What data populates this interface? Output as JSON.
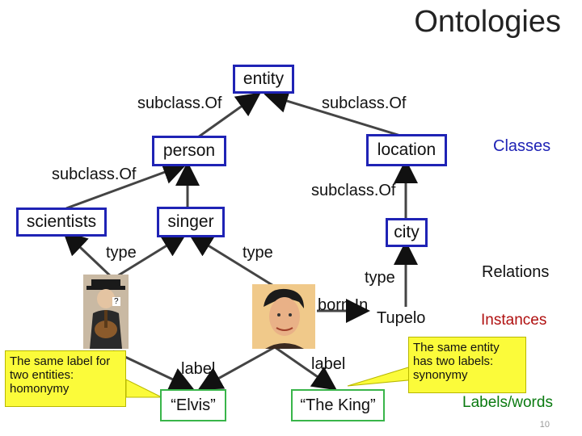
{
  "slide": {
    "title": "Ontologies",
    "page_number": "10"
  },
  "classes": {
    "entity": "entity",
    "person": "person",
    "location": "location",
    "scientists": "scientists",
    "singer": "singer",
    "city": "city"
  },
  "edges": {
    "subclass_person_entity": "subclass.Of",
    "subclass_location_entity": "subclass.Of",
    "subclass_scientists_person": "subclass.Of",
    "subclass_city_location": "subclass.Of",
    "type_left": "type",
    "type_singer": "type",
    "type_city": "type",
    "born_in": "born.In",
    "label_left": "label",
    "label_right": "label"
  },
  "instances": {
    "tupelo": "Tupelo",
    "unknown_mark": "?"
  },
  "words": {
    "elvis": "“Elvis”",
    "the_king": "“The King”"
  },
  "legend": {
    "classes": "Classes",
    "relations": "Relations",
    "instances": "Instances",
    "labels_words": "Labels/words"
  },
  "callouts": {
    "homonymy": "The same label for two entities: homonymy",
    "synonymy": "The same entity has two labels: synonymy"
  },
  "colors": {
    "class_border": "#1f23b5",
    "instance_red": "#b01010",
    "label_green": "#0a7a10",
    "callout_yellow": "#fbfb3a"
  }
}
